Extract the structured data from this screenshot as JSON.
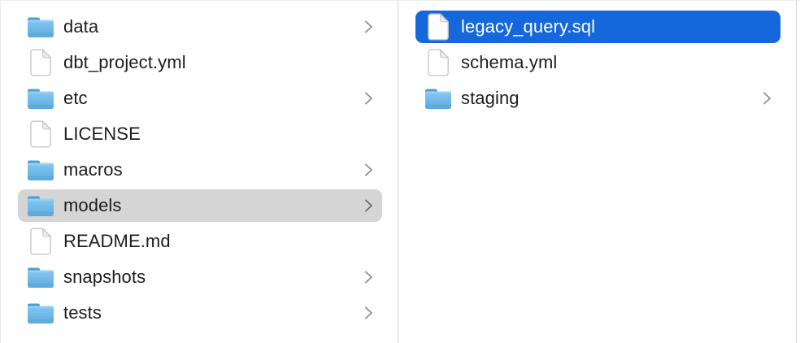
{
  "colors": {
    "selection_blue": "#1567DC",
    "selection_gray": "#D5D5D5",
    "divider": "#D4D4D4",
    "text": "#1D1D1F",
    "chevron": "#8F8F8F",
    "folder_tab": "#4E9ED4",
    "folder_top": "#85C8F1",
    "folder_bottom": "#58A8DE",
    "file_outline": "#C7C7C7",
    "file_fold": "#ECECEC"
  },
  "icons": {
    "folder": "folder-icon",
    "file": "file-icon",
    "chevron": "chevron-right-icon"
  },
  "columns": {
    "left": {
      "items": [
        {
          "label": "data",
          "type": "folder",
          "chevron": true,
          "selected": null
        },
        {
          "label": "dbt_project.yml",
          "type": "file",
          "chevron": false,
          "selected": null
        },
        {
          "label": "etc",
          "type": "folder",
          "chevron": true,
          "selected": null
        },
        {
          "label": "LICENSE",
          "type": "file",
          "chevron": false,
          "selected": null
        },
        {
          "label": "macros",
          "type": "folder",
          "chevron": true,
          "selected": null
        },
        {
          "label": "models",
          "type": "folder",
          "chevron": true,
          "selected": "gray"
        },
        {
          "label": "README.md",
          "type": "file",
          "chevron": false,
          "selected": null
        },
        {
          "label": "snapshots",
          "type": "folder",
          "chevron": true,
          "selected": null
        },
        {
          "label": "tests",
          "type": "folder",
          "chevron": true,
          "selected": null
        }
      ]
    },
    "right": {
      "items": [
        {
          "label": "legacy_query.sql",
          "type": "file",
          "chevron": false,
          "selected": "blue"
        },
        {
          "label": "schema.yml",
          "type": "file",
          "chevron": false,
          "selected": null
        },
        {
          "label": "staging",
          "type": "folder",
          "chevron": true,
          "selected": null
        }
      ]
    }
  }
}
